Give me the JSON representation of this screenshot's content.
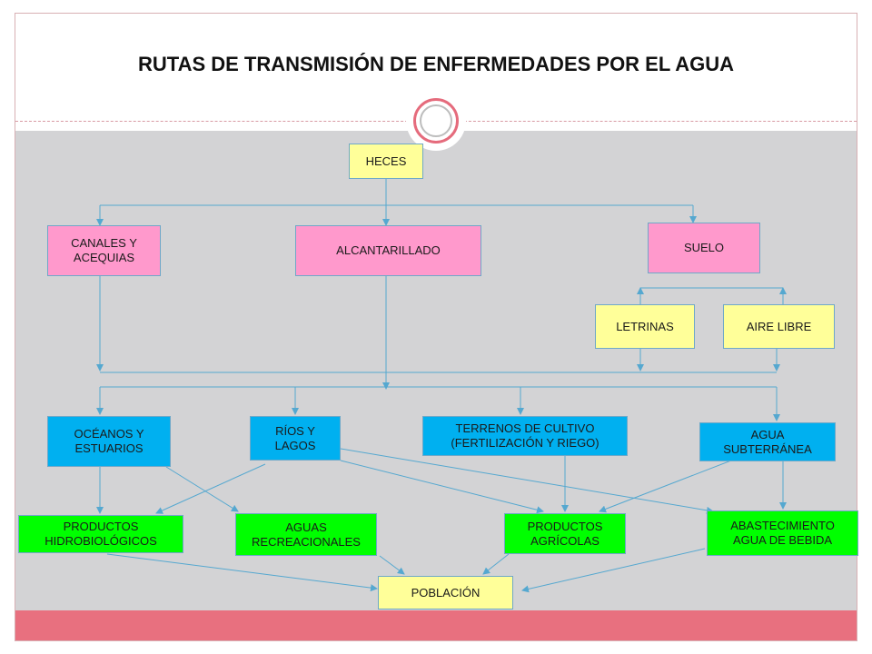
{
  "title": "RUTAS DE TRANSMISIÓN DE ENFERMEDADES POR EL AGUA",
  "nodes": {
    "heces": "HECES",
    "canales": "CANALES Y\nACEQUIAS",
    "alcantarillado": "ALCANTARILLADO",
    "suelo": "SUELO",
    "letrinas": "LETRINAS",
    "aire_libre": "AIRE   LIBRE",
    "oceanos": "OCÉANOS Y\nESTUARIOS",
    "rios": "RÍOS Y\nLAGOS",
    "terrenos": "TERRENOS DE CULTIVO\n(FERTILIZACIÓN Y RIEGO)",
    "agua_subterranea": "AGUA\nSUBTERRÁNEA",
    "productos_hidro": "PRODUCTOS\nHIDROBIOLÓGICOS",
    "aguas_recreacionales": "AGUAS\nRECREACIONALES",
    "productos_agricolas": "PRODUCTOS\nAGRÍCOLAS",
    "abastecimiento": "ABASTECIMIENTO\nAGUA DE BEBIDA",
    "poblacion": "POBLACIÓN"
  },
  "colors": {
    "source": "#ffff99",
    "intermediate": "#ff99cc",
    "water_body": "#00b0f0",
    "product": "#00ff00",
    "connector": "#55a8d0",
    "accent": "#e8707f"
  }
}
